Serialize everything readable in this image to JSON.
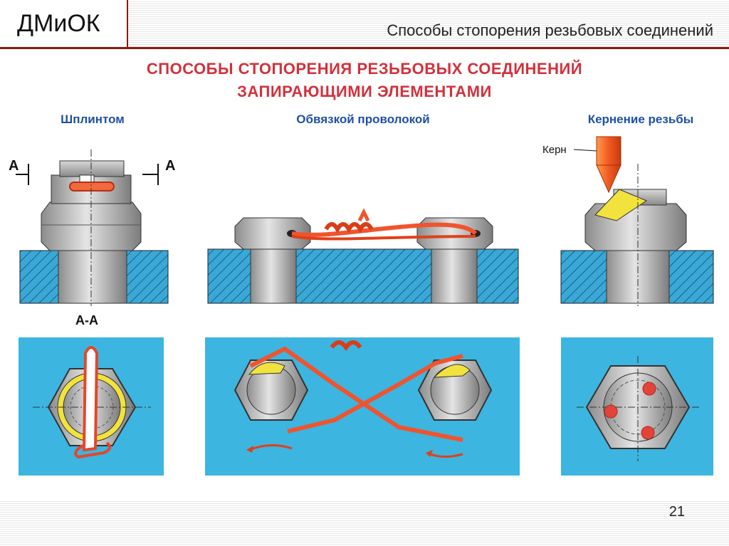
{
  "header": {
    "logo": "ДМиОК",
    "title": "Способы стопорения резьбовых соединений"
  },
  "poster": {
    "title_line1": "СПОСОБЫ  СТОПОРЕНИЯ  РЕЗЬБОВЫХ  СОЕДИНЕНИЙ",
    "title_line2": "ЗАПИРАЮЩИМИ  ЭЛЕМЕНТАМИ",
    "methods": [
      {
        "label": "Шплинтом"
      },
      {
        "label": "Обвязкой проволокой"
      },
      {
        "label": "Кернение резьбы"
      }
    ],
    "section_marker": "А",
    "section_view": "А-А",
    "punch_label": "Керн"
  },
  "footer": {
    "page_number": "21"
  },
  "colors": {
    "accent": "#d2313c",
    "subtitle": "#1f4fa3",
    "plate": "#3cb5e0",
    "wire": "#f0542e",
    "brand_rule": "#8a1c0f"
  }
}
